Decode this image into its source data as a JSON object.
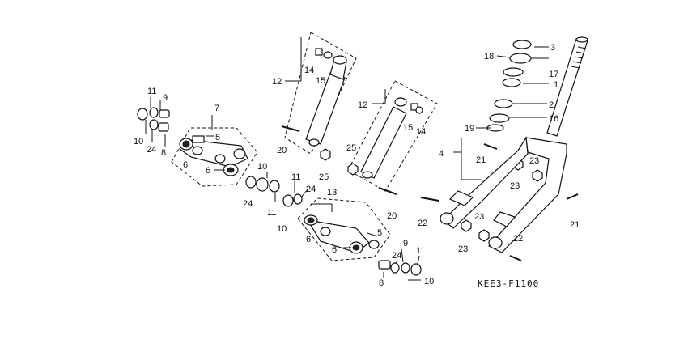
{
  "diagram_code": "KEE3-F1100",
  "callouts": [
    {
      "id": "c1",
      "label": "1"
    },
    {
      "id": "c2",
      "label": "2"
    },
    {
      "id": "c3",
      "label": "3"
    },
    {
      "id": "c4",
      "label": "4"
    },
    {
      "id": "c5a",
      "label": "5"
    },
    {
      "id": "c5b",
      "label": "5"
    },
    {
      "id": "c6a",
      "label": "6"
    },
    {
      "id": "c6b",
      "label": "6"
    },
    {
      "id": "c6c",
      "label": "6"
    },
    {
      "id": "c6d",
      "label": "6"
    },
    {
      "id": "c7",
      "label": "7"
    },
    {
      "id": "c8a",
      "label": "8"
    },
    {
      "id": "c8b",
      "label": "8"
    },
    {
      "id": "c9a",
      "label": "9"
    },
    {
      "id": "c9b",
      "label": "9"
    },
    {
      "id": "c10a",
      "label": "10"
    },
    {
      "id": "c10b",
      "label": "10"
    },
    {
      "id": "c10c",
      "label": "10"
    },
    {
      "id": "c10d",
      "label": "10"
    },
    {
      "id": "c11a",
      "label": "11"
    },
    {
      "id": "c11b",
      "label": "11"
    },
    {
      "id": "c11c",
      "label": "11"
    },
    {
      "id": "c11d",
      "label": "11"
    },
    {
      "id": "c12a",
      "label": "12"
    },
    {
      "id": "c12b",
      "label": "12"
    },
    {
      "id": "c13",
      "label": "13"
    },
    {
      "id": "c14a",
      "label": "14"
    },
    {
      "id": "c14b",
      "label": "14"
    },
    {
      "id": "c15a",
      "label": "15"
    },
    {
      "id": "c15b",
      "label": "15"
    },
    {
      "id": "c16",
      "label": "16"
    },
    {
      "id": "c17",
      "label": "17"
    },
    {
      "id": "c18",
      "label": "18"
    },
    {
      "id": "c19",
      "label": "19"
    },
    {
      "id": "c20a",
      "label": "20"
    },
    {
      "id": "c20b",
      "label": "20"
    },
    {
      "id": "c21a",
      "label": "21"
    },
    {
      "id": "c21b",
      "label": "21"
    },
    {
      "id": "c22a",
      "label": "22"
    },
    {
      "id": "c22b",
      "label": "22"
    },
    {
      "id": "c23a",
      "label": "23"
    },
    {
      "id": "c23b",
      "label": "23"
    },
    {
      "id": "c23c",
      "label": "23"
    },
    {
      "id": "c23d",
      "label": "23"
    },
    {
      "id": "c24a",
      "label": "24"
    },
    {
      "id": "c24b",
      "label": "24"
    },
    {
      "id": "c24c",
      "label": "24"
    },
    {
      "id": "c24d",
      "label": "24"
    },
    {
      "id": "c25a",
      "label": "25"
    },
    {
      "id": "c25b",
      "label": "25"
    }
  ]
}
